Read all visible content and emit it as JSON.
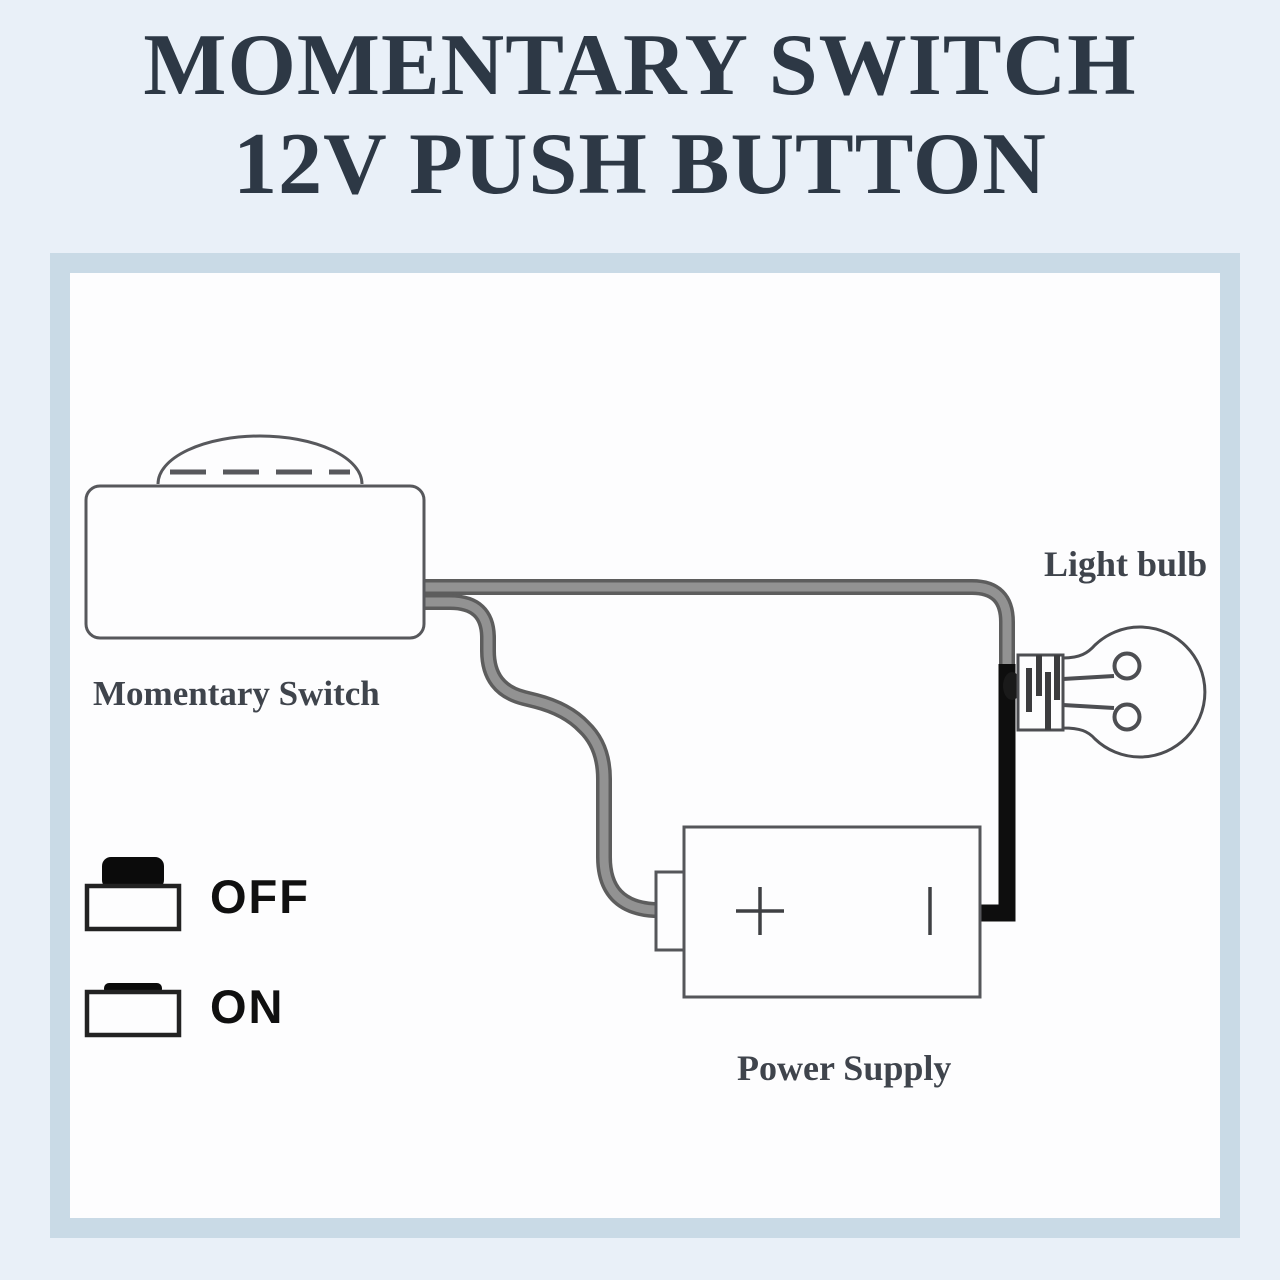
{
  "title": {
    "line1": "MOMENTARY SWITCH",
    "line2": "12V PUSH BUTTON"
  },
  "diagram": {
    "labels": {
      "switch": "Momentary Switch",
      "bulb": "Light bulb",
      "power": "Power Supply",
      "off": "OFF",
      "on": "ON"
    },
    "battery": {
      "positive_symbol": "+",
      "negative_symbol": "|"
    },
    "components": [
      "momentary-switch",
      "wire-switch-to-bulb",
      "wire-switch-to-battery-positive",
      "wire-bulb-to-battery-negative",
      "light-bulb",
      "power-supply-battery",
      "off-state-button",
      "on-state-button"
    ]
  },
  "colors": {
    "page_background": "#e9f0f8",
    "panel_border": "#c9dae6",
    "panel_background": "#fdfdfe",
    "title_text": "#2d3845",
    "label_text": "#3f444c",
    "outline": "#57585c",
    "wire_gray_outer": "#5d5d5d",
    "wire_gray_inner": "#929292",
    "wire_black": "#0e0e0e",
    "button_black": "#0b0b0b"
  }
}
